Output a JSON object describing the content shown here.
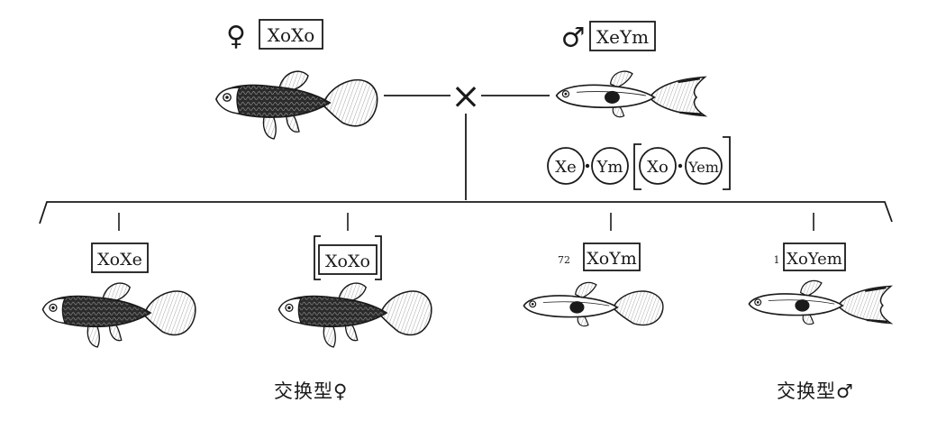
{
  "parents": {
    "female": {
      "symbol": "♀",
      "genotype": "XoXo"
    },
    "male": {
      "symbol": "♂",
      "genotype": "XeYm"
    },
    "cross_symbol": "×"
  },
  "gametes": {
    "regular": [
      "Xe",
      "Ym"
    ],
    "recombinant": [
      "Xo",
      "Yem"
    ]
  },
  "offspring": [
    {
      "genotype": "XoXe",
      "bracketed": false,
      "prefix": ""
    },
    {
      "genotype": "XoXo",
      "bracketed": true,
      "prefix": ""
    },
    {
      "genotype": "XoYm",
      "bracketed": false,
      "prefix": "72"
    },
    {
      "genotype": "XoYem",
      "bracketed": false,
      "prefix": "1"
    }
  ],
  "captions": {
    "exchange_female": "交换型♀",
    "exchange_male": "交换型♂"
  }
}
